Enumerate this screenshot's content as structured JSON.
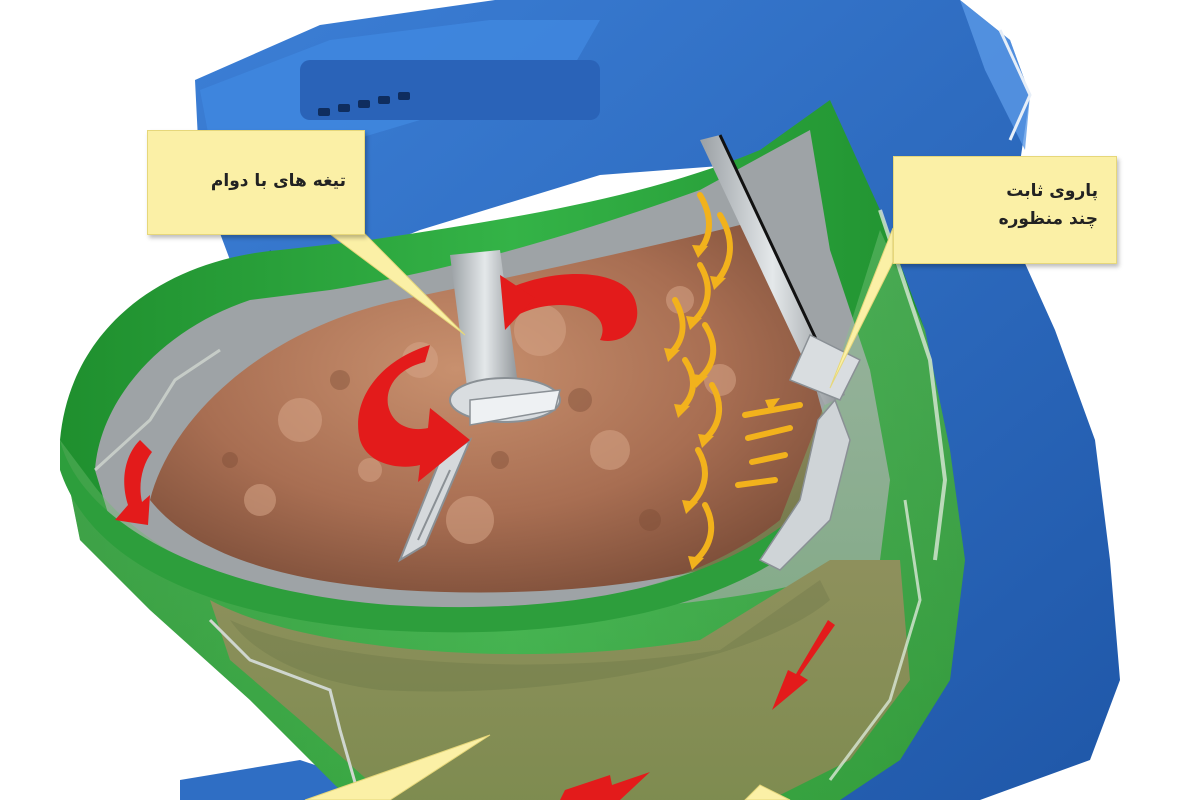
{
  "labels": {
    "blades": "تیغه های با دوام",
    "scraper_line1": "پاروی ثابت",
    "scraper_line2": "چند منظوره"
  },
  "colors": {
    "machine_body": "#2f6ec4",
    "bowl_wall": "#2aa33a",
    "bowl_inner": "#9ea3a6",
    "mix": "#b57a5a",
    "arrow_red": "#e31b1b",
    "arrow_yellow": "#f2b21c",
    "callout_bg": "#fbf0a6"
  },
  "icons": [
    "rotation-arrow-icon",
    "flow-arrow-icon"
  ]
}
